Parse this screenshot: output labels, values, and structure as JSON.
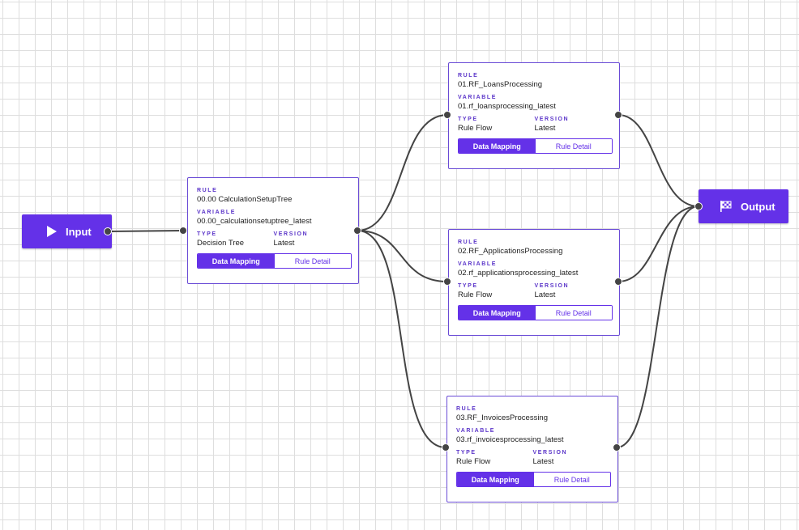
{
  "input": {
    "label": "Input",
    "icon": "play-icon"
  },
  "output": {
    "label": "Output",
    "icon": "checkered-flag-icon"
  },
  "labels": {
    "rule": "RULE",
    "variable": "VARIABLE",
    "type": "TYPE",
    "version": "VERSION",
    "data_mapping": "Data Mapping",
    "rule_detail": "Rule Detail"
  },
  "nodes": {
    "calc": {
      "rule": "00.00 CalculationSetupTree",
      "variable": "00.00_calculationsetuptree_latest",
      "type": "Decision Tree",
      "version": "Latest"
    },
    "loans": {
      "rule": "01.RF_LoansProcessing",
      "variable": "01.rf_loansprocessing_latest",
      "type": "Rule Flow",
      "version": "Latest"
    },
    "apps": {
      "rule": "02.RF_ApplicationsProcessing",
      "variable": "02.rf_applicationsprocessing_latest",
      "type": "Rule Flow",
      "version": "Latest"
    },
    "invoices": {
      "rule": "03.RF_InvoicesProcessing",
      "variable": "03.rf_invoicesprocessing_latest",
      "type": "Rule Flow",
      "version": "Latest"
    }
  },
  "colors": {
    "accent": "#6431e8",
    "edge": "#444444",
    "grid": "#dedede"
  }
}
